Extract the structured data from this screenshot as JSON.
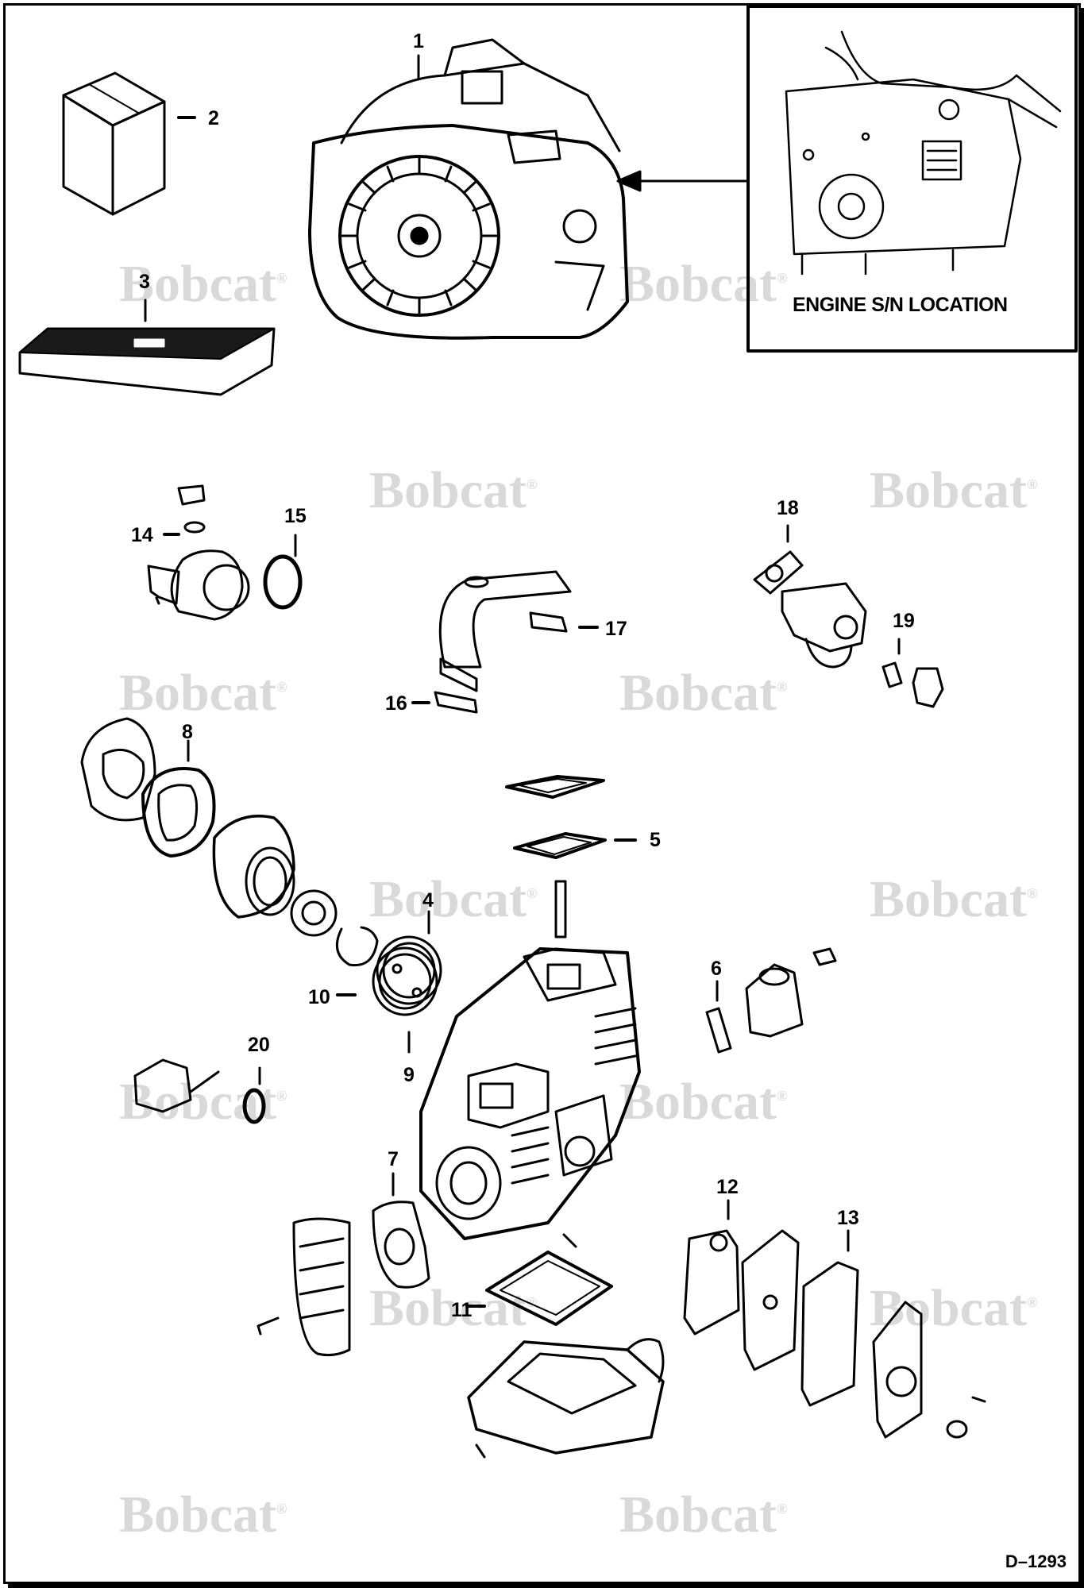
{
  "watermark": {
    "text": "Bobcat",
    "reg_mark": "®"
  },
  "inset": {
    "label": "ENGINE S/N LOCATION"
  },
  "drawing_number": "D–1293",
  "callouts": {
    "c1": "1",
    "c2": "2",
    "c3": "3",
    "c4": "4",
    "c5": "5",
    "c6": "6",
    "c7": "7",
    "c8": "8",
    "c9": "9",
    "c10": "10",
    "c11": "11",
    "c12": "12",
    "c13": "13",
    "c14": "14",
    "c15": "15",
    "c16": "16",
    "c17": "17",
    "c18": "18",
    "c19": "19",
    "c20": "20"
  }
}
